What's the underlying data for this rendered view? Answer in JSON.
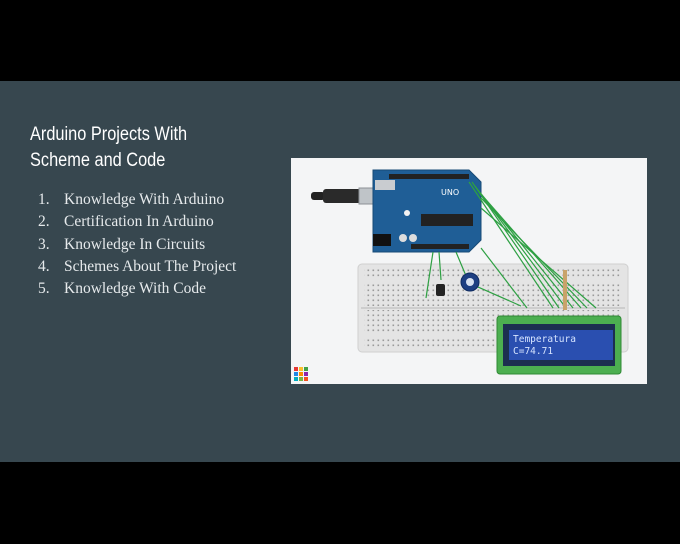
{
  "slide": {
    "title_line1": "Arduino Projects With",
    "title_line2": "Scheme and Code",
    "items": [
      {
        "num": "1.",
        "label": "Knowledge With Arduino"
      },
      {
        "num": "2.",
        "label": "Certification In Arduino"
      },
      {
        "num": "3.",
        "label": "Knowledge In Circuits"
      },
      {
        "num": "4.",
        "label": "Schemes About The Project"
      },
      {
        "num": "5.",
        "label": "Knowledge With Code"
      }
    ]
  },
  "circuit": {
    "board_label": "UNO",
    "lcd_line1": "Temperatura",
    "lcd_line2": "C=74.71"
  },
  "colors": {
    "background": "#000000",
    "slide": "#37474f",
    "arduino": "#1f5e96",
    "wire": "#2ea043",
    "lcd_green": "#4caf50",
    "lcd_screen": "#2a4fb0"
  }
}
